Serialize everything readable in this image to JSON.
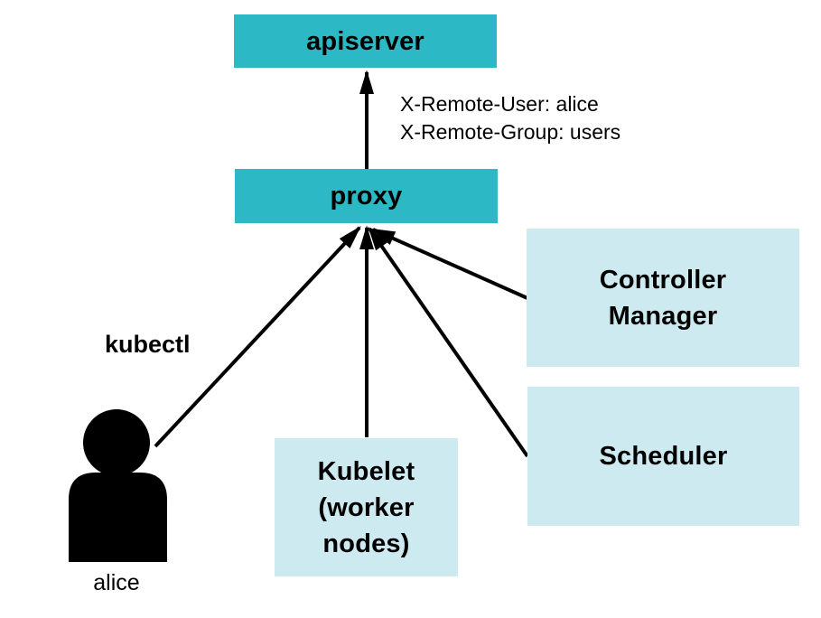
{
  "colors": {
    "node_primary": "#2db8c5",
    "node_secondary": "#cdeaf0",
    "connector": "#000000"
  },
  "nodes": {
    "apiserver": {
      "label": "apiserver"
    },
    "proxy": {
      "label": "proxy"
    },
    "controller_manager": {
      "label": "Controller\nManager"
    },
    "scheduler": {
      "label": "Scheduler"
    },
    "kubelet": {
      "label": "Kubelet\n(worker\nnodes)"
    }
  },
  "annotations": {
    "remote_user_header": "X-Remote-User: alice",
    "remote_group_header": "X-Remote-Group: users",
    "kubectl_label": "kubectl",
    "user_name": "alice"
  }
}
